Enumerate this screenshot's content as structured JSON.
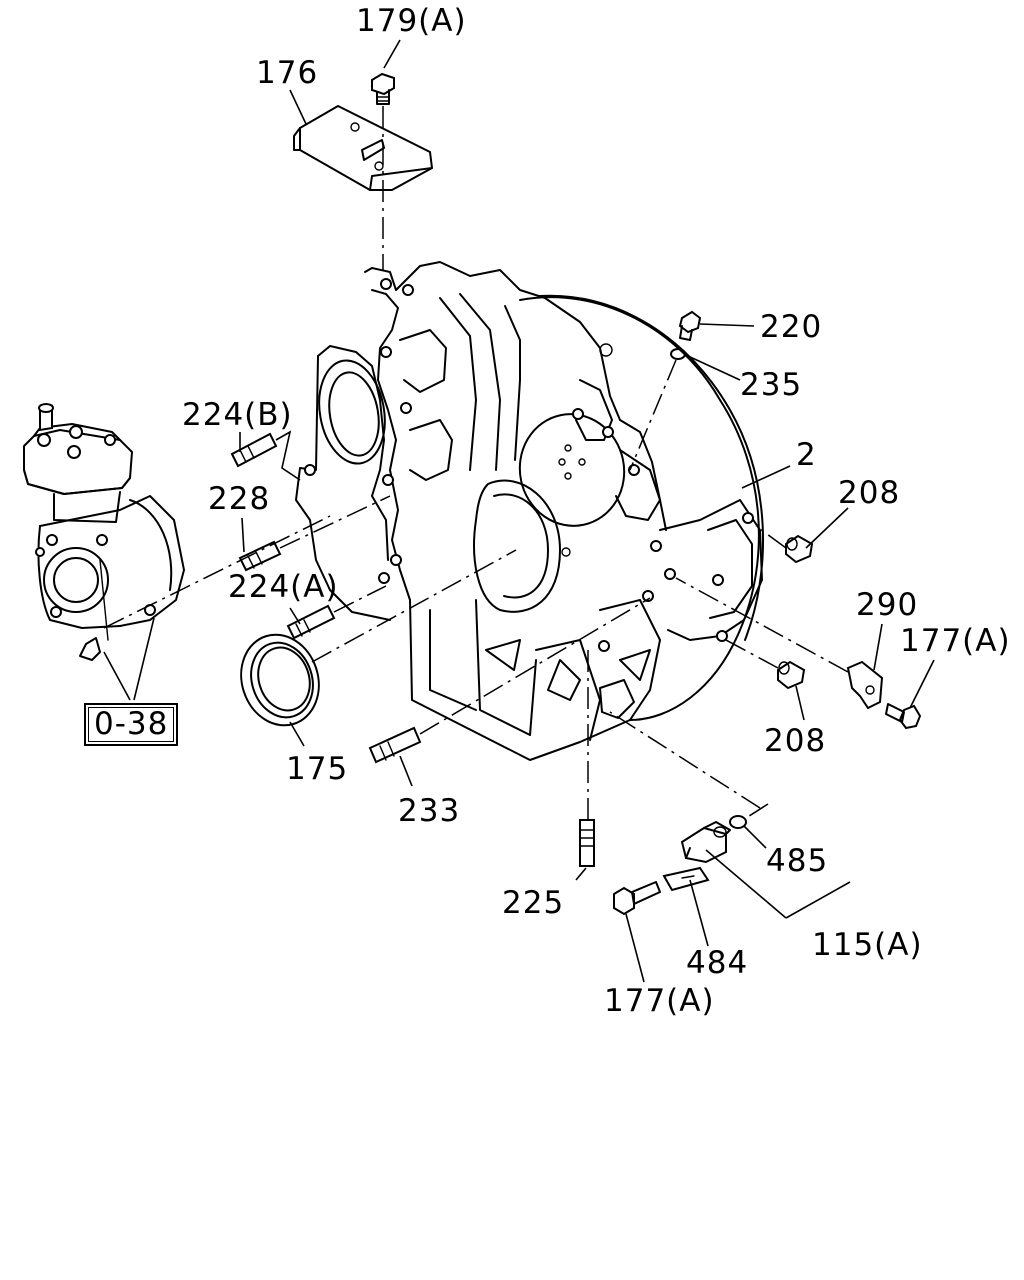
{
  "diagram": {
    "labels": {
      "l_179a": "179(A)",
      "l_176": "176",
      "l_220": "220",
      "l_235": "235",
      "l_224b": "224(B)",
      "l_2": "2",
      "l_208_top": "208",
      "l_228": "228",
      "l_224a": "224(A)",
      "l_290": "290",
      "l_177a_right": "177(A)",
      "l_038": "0-38",
      "l_208_bottom": "208",
      "l_175": "175",
      "l_233": "233",
      "l_485": "485",
      "l_225": "225",
      "l_115a": "115(A)",
      "l_484": "484",
      "l_177a_bottom": "177(A)"
    }
  }
}
